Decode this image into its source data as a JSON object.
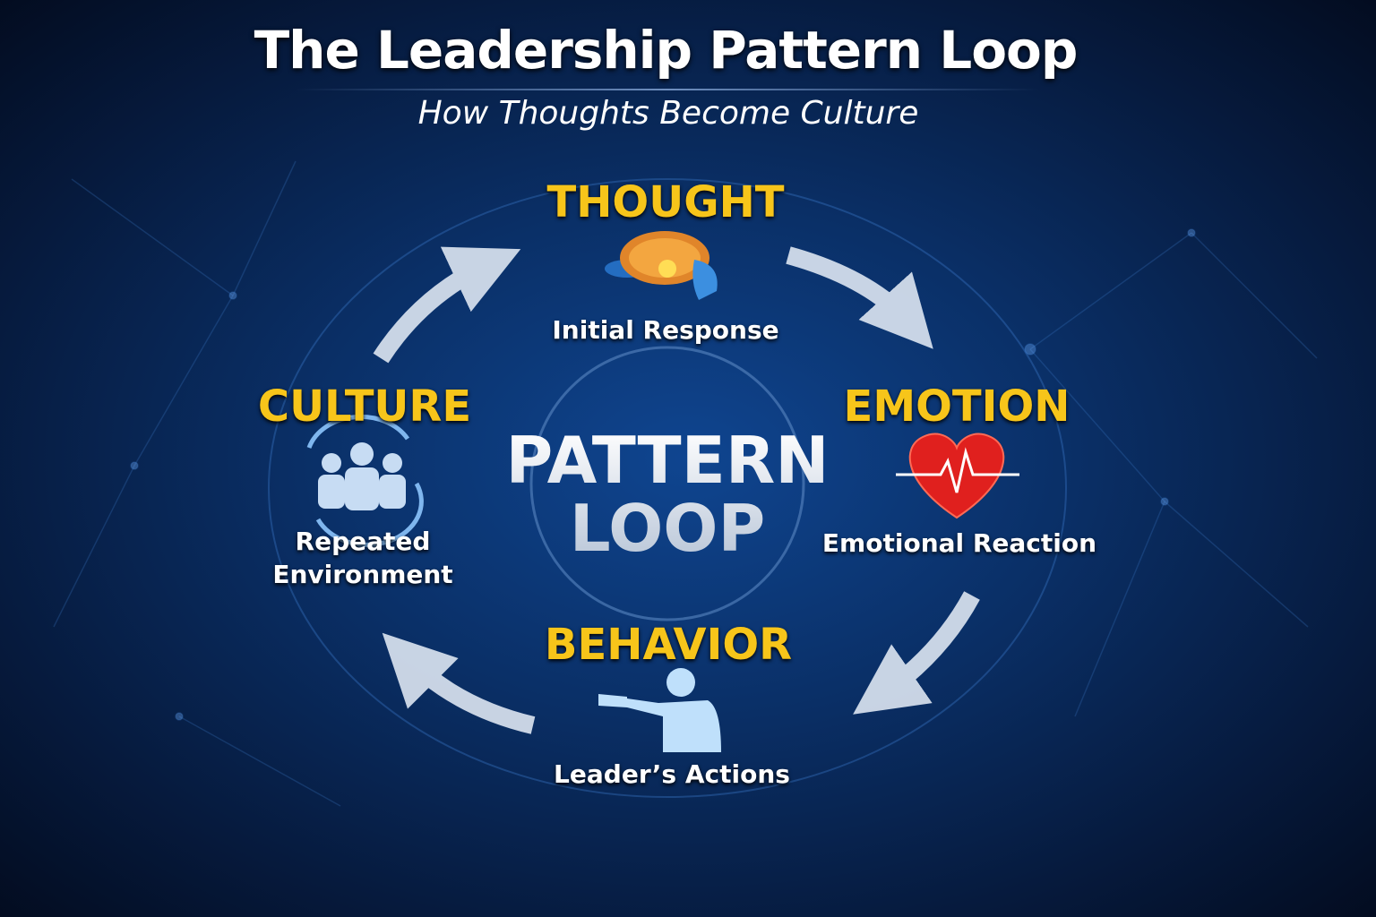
{
  "header": {
    "title": "The Leadership Pattern Loop",
    "subtitle": "How Thoughts Become Culture"
  },
  "center": {
    "line1": "PATTERN",
    "line2": "LOOP"
  },
  "stages": [
    {
      "name": "THOUGHT",
      "icon": "brain-icon",
      "description": "Initial Response"
    },
    {
      "name": "EMOTION",
      "icon": "heart-pulse-icon",
      "description": "Emotional Reaction"
    },
    {
      "name": "BEHAVIOR",
      "icon": "pointing-person-icon",
      "description": "Leader’s Actions"
    },
    {
      "name": "CULTURE",
      "icon": "group-cycle-icon",
      "description_line1": "Repeated",
      "description_line2": "Environment"
    }
  ],
  "colors": {
    "stage_label": "#f7c51a",
    "background": "#0a2f66",
    "heart": "#e0201e"
  }
}
